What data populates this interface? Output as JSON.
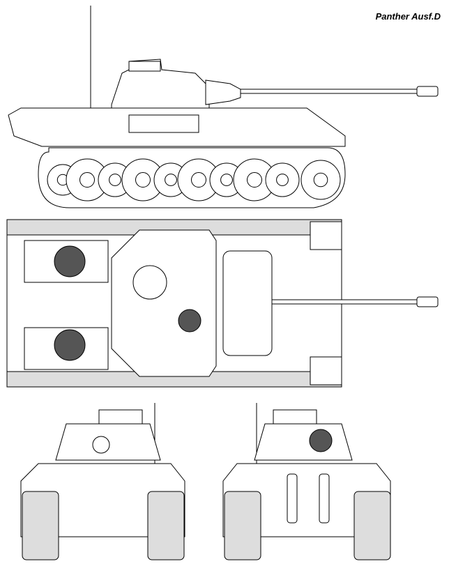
{
  "title": "Panther Ausf.D",
  "views": [
    "side-view",
    "top-view",
    "front-view",
    "rear-view"
  ],
  "colors": {
    "line": "#000000",
    "background": "#ffffff"
  }
}
